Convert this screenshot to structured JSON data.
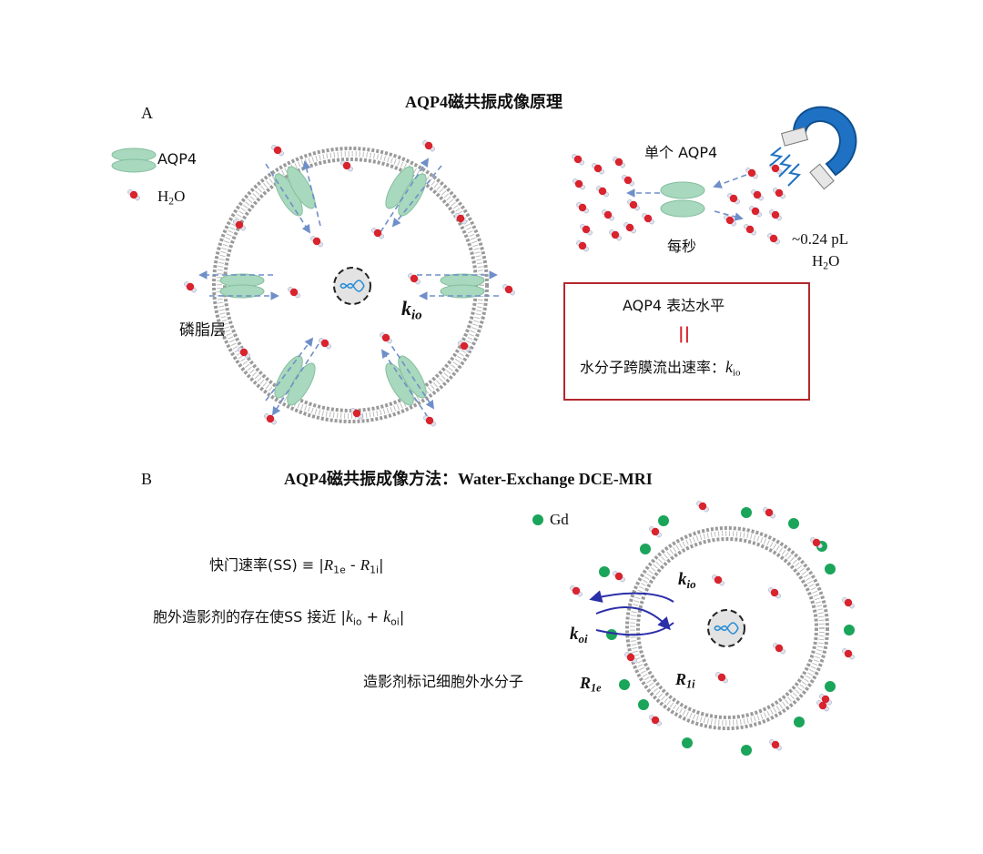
{
  "panel_a": {
    "label": "A",
    "title": "AQP4磁共振成像原理",
    "legend": {
      "aqp4": "AQP4",
      "h2o_main": "H",
      "h2o_sub": "2",
      "h2o_tail": "O"
    },
    "membrane_label": "磷脂层",
    "k_io": {
      "main": "k",
      "sub": "io"
    },
    "single_aqp4": "单个 AQP4",
    "per_second": "每秒",
    "volume": {
      "amount": "~0.24 pL",
      "h2o_main": "H",
      "h2o_sub": "2",
      "h2o_tail": "O"
    },
    "box": {
      "line1": "AQP4 表达水平",
      "equals": "||",
      "line3": "水分子跨膜流出速率：",
      "k_main": "k",
      "k_sub": "io"
    }
  },
  "panel_b": {
    "label": "B",
    "title": "AQP4磁共振成像方法：Water-Exchange DCE-MRI",
    "legend_gd": "Gd",
    "formula1": {
      "prefix": "快门速率(SS) ≡ |",
      "r1": "R",
      "r1_sub": "1e",
      "minus": " - ",
      "r2": "R",
      "r2_sub": "1i",
      "suffix": "|"
    },
    "formula2": {
      "prefix": "胞外造影剂的存在使SS 接近 |",
      "k1": "k",
      "k1_sub": "io",
      "plus": " + ",
      "k2": "k",
      "k2_sub": "oi",
      "suffix": "|"
    },
    "formula3": "造影剂标记细胞外水分子",
    "r1e": {
      "main": "R",
      "sub": "1e"
    },
    "r1i": {
      "main": "R",
      "sub": "1i"
    },
    "k_io": {
      "main": "k",
      "sub": "io"
    },
    "k_oi": {
      "main": "k",
      "sub": "oi"
    }
  },
  "colors": {
    "aqp4": "#a8d8bd",
    "oxygen": "#d9232d",
    "membrane": "#8a8a8a",
    "arrow": "#6f8fc9",
    "magnet": "#1f72c3",
    "gd": "#1aa55a",
    "box_border": "#b3282d",
    "exchange_arrow": "#2b2fa8"
  }
}
